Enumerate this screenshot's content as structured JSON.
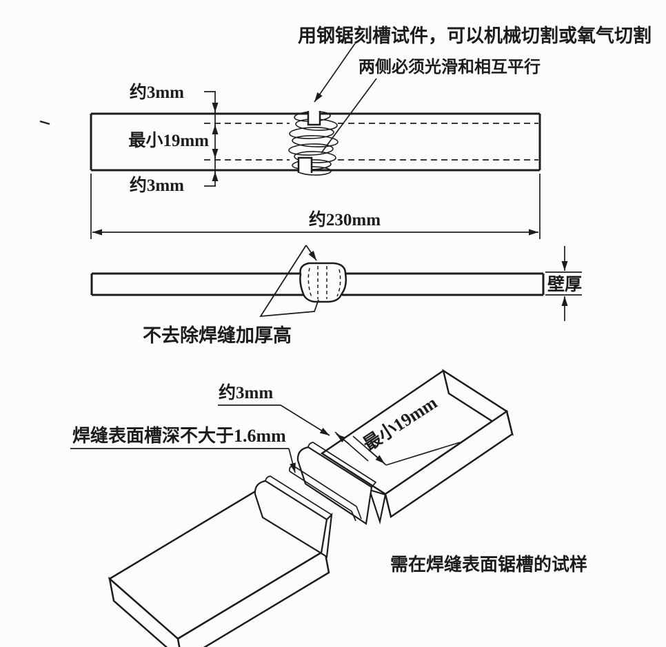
{
  "palette": {
    "ink": "#1c1c1c",
    "paper": "#fcfcfa"
  },
  "top_annotations": {
    "saw_note": "用钢锯刻槽试件，可以机械切割或氧气切割",
    "parallel_note": "两侧必须光滑和相互平行"
  },
  "plan_view": {
    "dim_edge_top": "约3mm",
    "dim_width_min": "最小19mm",
    "dim_edge_bottom": "约3mm",
    "dim_length": "约230mm"
  },
  "side_view": {
    "dim_wall": "壁厚",
    "reinforcement_note": "不去除焊缝加厚高"
  },
  "iso_view": {
    "dim_notch": "约3mm",
    "groove_note": "焊缝表面槽深不大于1.6mm",
    "dim_width_min": "最小19mm",
    "caption": "需在焊缝表面锯槽的试样"
  }
}
